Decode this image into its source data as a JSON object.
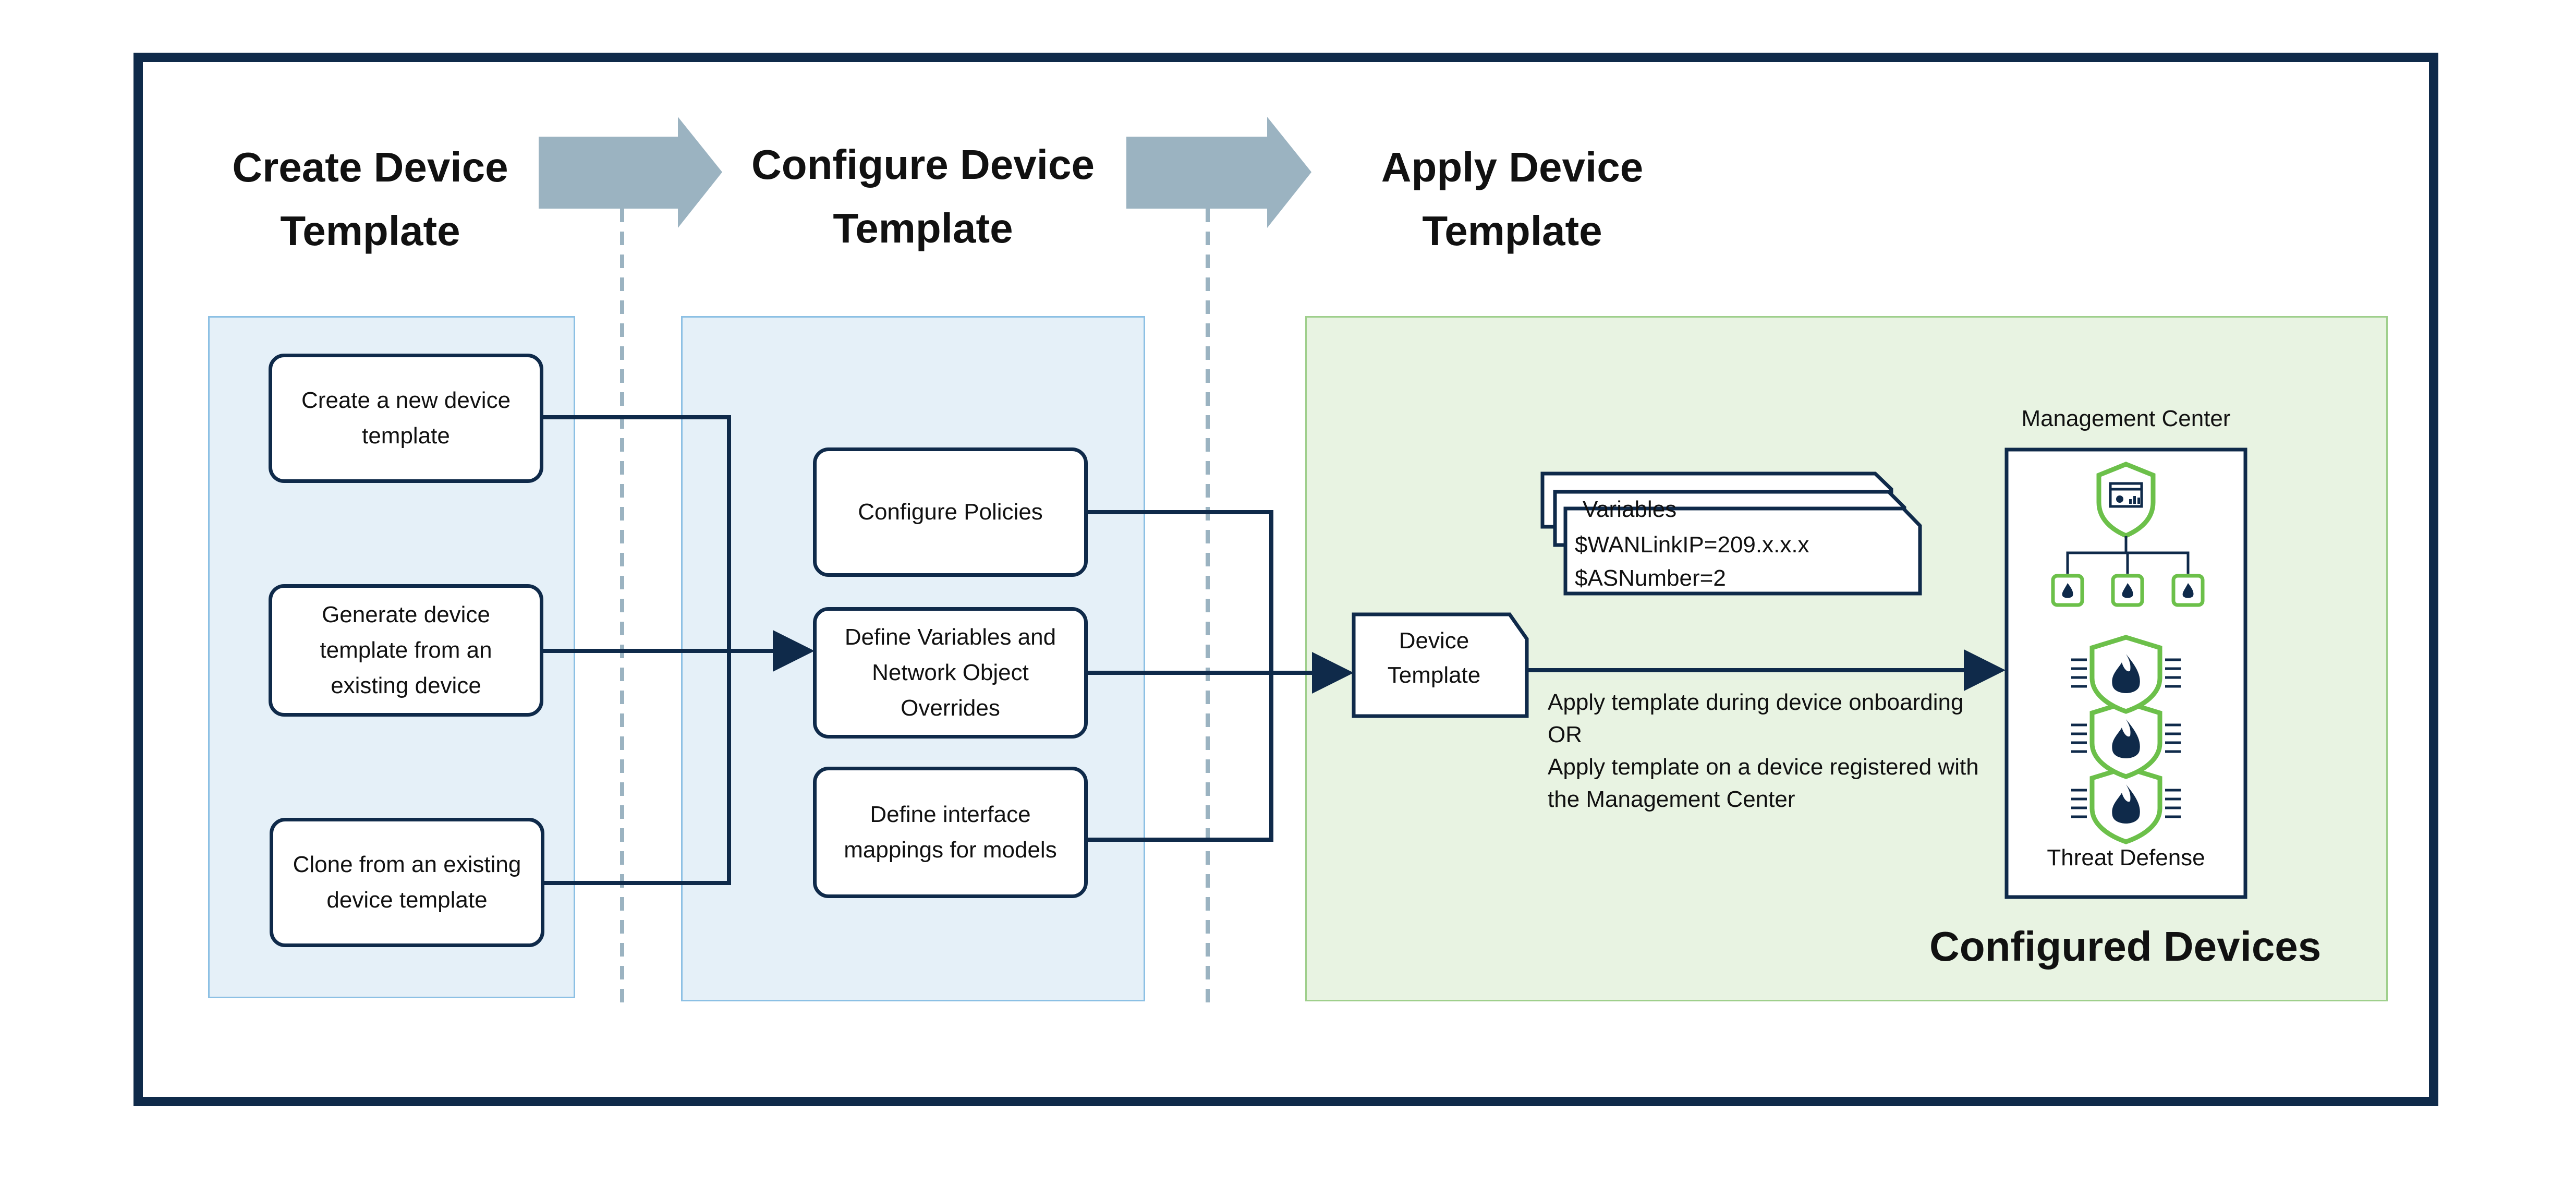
{
  "stages": [
    {
      "title": "Create Device Template"
    },
    {
      "title": "Configure Device Template"
    },
    {
      "title": "Apply Device Template"
    }
  ],
  "headers": {
    "create_line1": "Create Device",
    "create_line2": "Template",
    "configure_line1": "Configure Device",
    "configure_line2": "Template",
    "apply_line1": "Apply Device",
    "apply_line2": "Template"
  },
  "create_options": [
    "Create a new device template",
    "Generate device template from an existing device",
    "Clone from an existing device template"
  ],
  "configure_steps": [
    "Configure Policies",
    "Define Variables and Network Object Overrides",
    "Define interface mappings for models"
  ],
  "variables_card": {
    "title": "Variables",
    "lines": [
      "$WANLinkIP=209.x.x.x",
      "$ASNumber=2"
    ]
  },
  "device_template_label": "Device Template",
  "apply_text": {
    "line1": "Apply template during device onboarding",
    "line2": "OR",
    "line3": "Apply template on a device registered with",
    "line4": "the Management Center"
  },
  "management_center_label": "Management Center",
  "threat_defense_label": "Threat Defense",
  "configured_devices_label": "Configured Devices",
  "colors": {
    "frame": "#0f2a4a",
    "arrow_fill": "#9bb3c1",
    "panel_blue": "#e5f0f8",
    "panel_green": "#e8f3e2",
    "icon_green": "#6cc04a",
    "connector": "#0f2a4a"
  },
  "icons": [
    "dashboard-icon",
    "firewall-icon",
    "threat-defense-icon"
  ]
}
